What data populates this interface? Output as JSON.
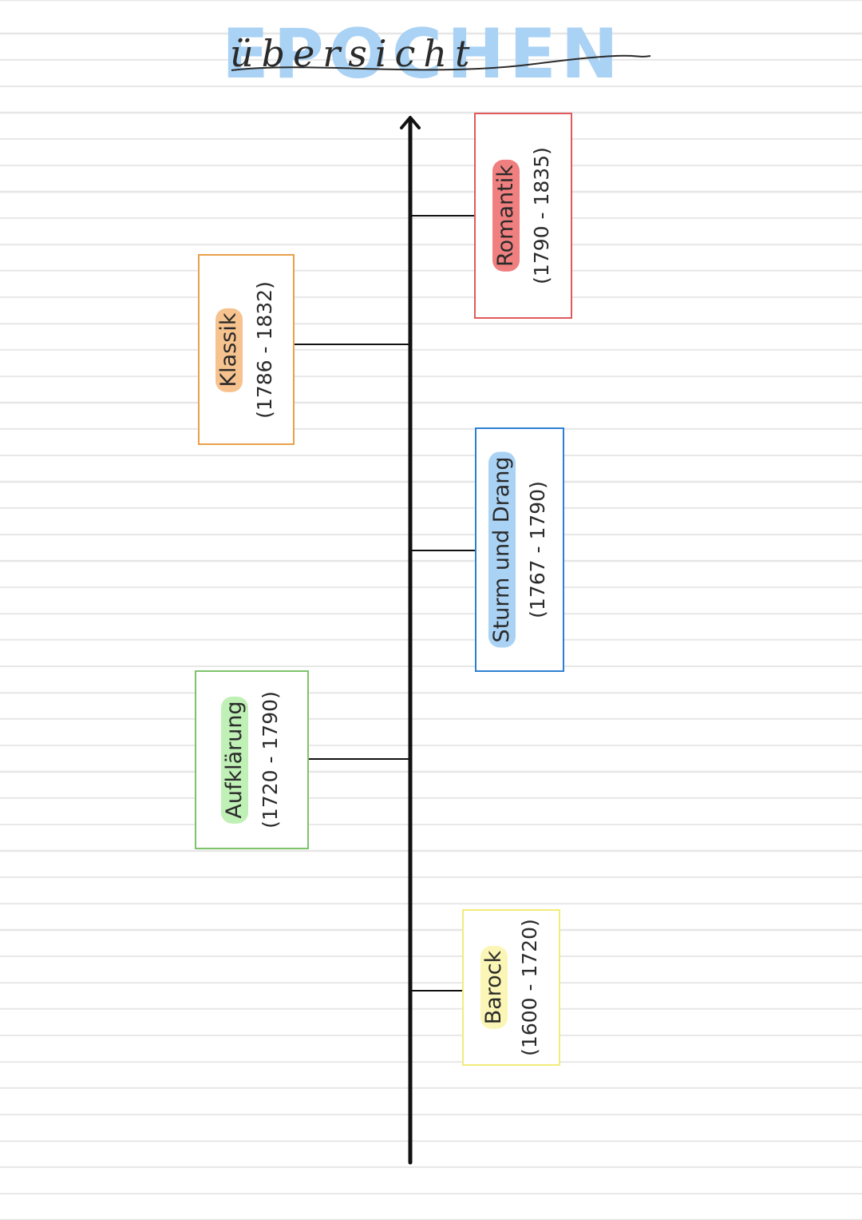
{
  "title": {
    "main": "EPOCHEN",
    "script": "übersicht"
  },
  "colors": {
    "title": "#a9d2f4",
    "axis": "#111111",
    "romantik": "#f07f7f",
    "klassik": "#f6c28e",
    "sturm_und_drang": "#a9d2f4",
    "aufklaerung": "#bff0b5",
    "barock": "#fbf6b5",
    "romantik_border": "#e05a5a",
    "klassik_border": "#e8a14c",
    "sturm_und_drang_border": "#2d7fd3",
    "aufklaerung_border": "#7cc36a",
    "barock_border": "#f2ec7c"
  },
  "epochs": [
    {
      "name": "Romantik",
      "range": "(1790 - 1835)"
    },
    {
      "name": "Klassik",
      "range": "(1786 - 1832)"
    },
    {
      "name": "Sturm und Drang",
      "range": "(1767 - 1790)"
    },
    {
      "name": "Aufklärung",
      "range": "(1720 - 1790)"
    },
    {
      "name": "Barock",
      "range": "(1600 - 1720)"
    }
  ]
}
